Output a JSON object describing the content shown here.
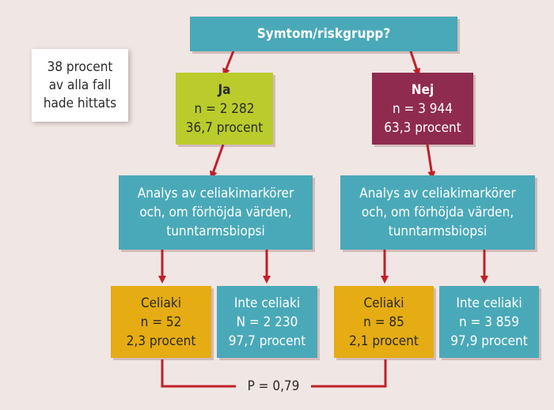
{
  "note": {
    "lines": [
      "38 procent",
      "av alla fall",
      "hade hittats"
    ]
  },
  "top": {
    "label": "Symtom/riskgrupp?"
  },
  "ja": {
    "title": "Ja",
    "n": "n = 2 282",
    "pct": "36,7 procent"
  },
  "nej": {
    "title": "Nej",
    "n": "n = 3 944",
    "pct": "63,3 procent"
  },
  "analys_left": {
    "lines": [
      "Analys av celiakimarkörer",
      "och, om förhöjda värden,",
      "tunntarmsbiopsi"
    ]
  },
  "analys_right": {
    "lines": [
      "Analys av celiakimarkörer",
      "och, om förhöjda värden,",
      "tunntarmsbiopsi"
    ]
  },
  "leaf1": {
    "title": "Celiaki",
    "n": "n = 52",
    "pct": "2,3 procent"
  },
  "leaf2": {
    "title": "Inte celiaki",
    "n": "N = 2 230",
    "pct": "97,7 procent"
  },
  "leaf3": {
    "title": "Celiaki",
    "n": "n = 85",
    "pct": "2,1 procent"
  },
  "leaf4": {
    "title": "Inte celiaki",
    "n": "n = 3 859",
    "pct": "97,9 procent"
  },
  "pvalue": "P = 0,79",
  "colors": {
    "teal": "#4aa9b8",
    "green": "#b9cc2c",
    "wine": "#8f2b4f",
    "gold": "#e5ac14",
    "arrow": "#c0202a"
  }
}
